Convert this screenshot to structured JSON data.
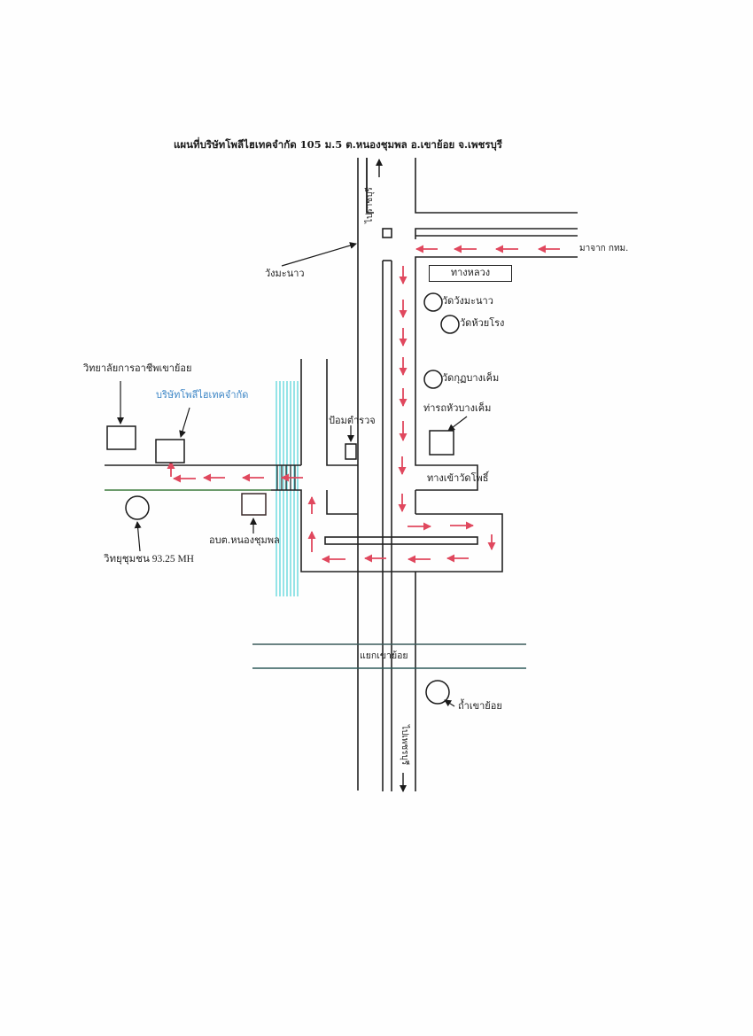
{
  "title": "แผนที่บริษัทโพลีไฮเทคจำกัด  105 ม.5 ต.หนองชุมพล  อ.เขาย้อย จ.เพชรบุรี",
  "colors": {
    "road": "#222222",
    "arrow": "#e0485e",
    "river": "#4fd2d8",
    "company_label": "#3d86c6",
    "road_green_edge": "#3c7a3c"
  },
  "labels": {
    "to_ratchaburi": "ไปราชบุรี",
    "to_phetchaburi": "ไปเพชรบุรี",
    "from_bangkok": "มาจาก กทม.",
    "highway_box": "ทางหลวง",
    "wang_manao": "วังมะนาว",
    "wat_wang_manao": "วัดวังมะนาว",
    "wat_huai_rong": "วัดห้วยโรง",
    "wat_kut_bang_khem": "วัดกุฏบางเค็ม",
    "bus_stop": "ท่ารถหัวบางเค็ม",
    "wat_pho_entrance": "ทางเข้าวัดโพธิ์",
    "police_box": "ป้อมตำรวจ",
    "college": "วิทยาลัยการอาชีพเขาย้อย",
    "company": "บริษัทโพลีไฮเทคจำกัด",
    "tambon_office": "อบต.หนองชุมพล",
    "community_radio": "วิทยุชุมชน 93.25 MH",
    "khao_yoi_junction": "แยกเขาย้อย",
    "khao_yoi_cave": "ถ้ำเขาย้อย"
  },
  "icons": {
    "direction_arrow": "arrow-icon",
    "landmark_circle": "circle-marker-icon",
    "building_square": "square-building-icon"
  }
}
